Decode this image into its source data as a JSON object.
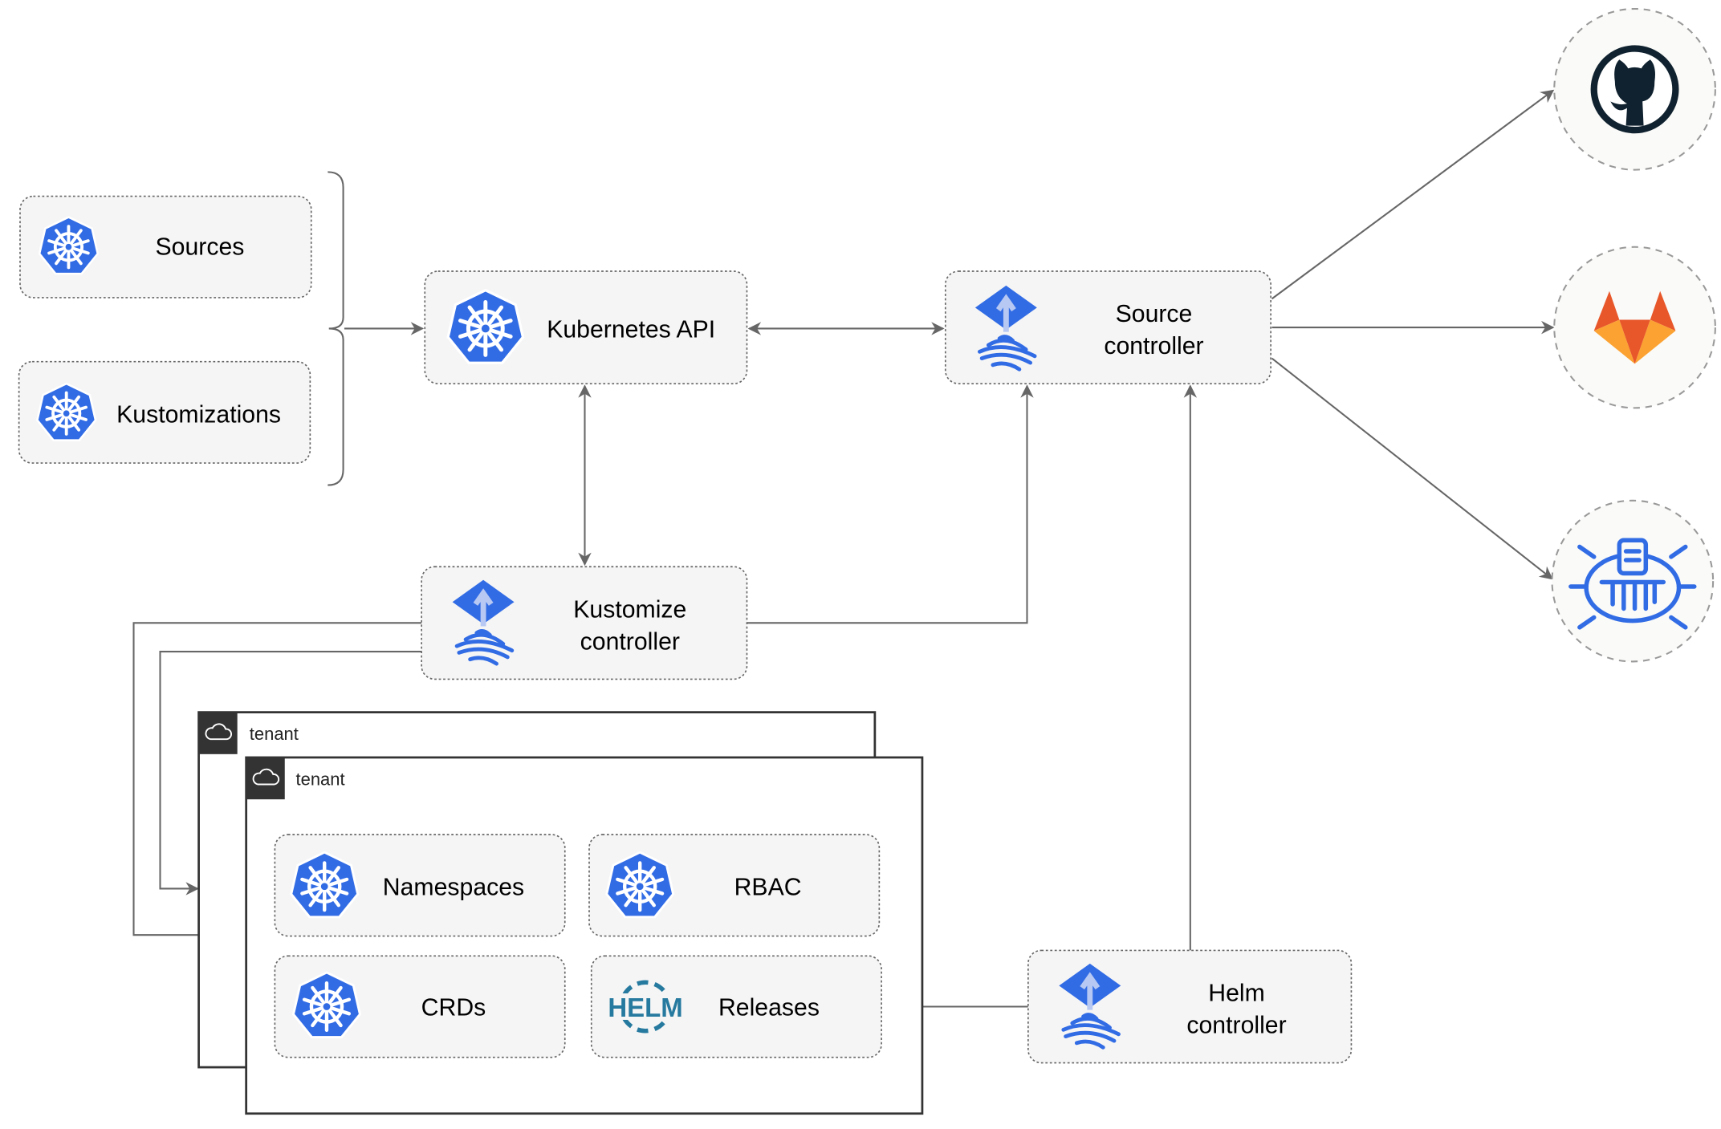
{
  "nodes": {
    "sources": "Sources",
    "kustomizations": "Kustomizations",
    "kubernetes_api": "Kubernetes API",
    "source_controller": [
      "Source",
      "controller"
    ],
    "kustomize_controller": [
      "Kustomize",
      "controller"
    ],
    "helm_controller": [
      "Helm",
      "controller"
    ],
    "namespaces": "Namespaces",
    "rbac": "RBAC",
    "crds": "CRDs",
    "releases": "Releases"
  },
  "tenants": [
    "tenant",
    "tenant"
  ],
  "external_sources": [
    "github-icon",
    "gitlab-icon",
    "harbor-icon"
  ],
  "icons": {
    "kubernetes": "kubernetes-helm-wheel-icon",
    "flux": "flux-icon",
    "helm": "helm-icon",
    "cloud": "cloud-icon"
  },
  "helm_logo_text": "HELM",
  "colors": {
    "kubernetes_blue": "#326ce5",
    "github_dark": "#10222f",
    "gitlab_orange": "#e8572a",
    "gitlab_yellow": "#fba232",
    "helm_teal": "#277a9f",
    "edge": "#666666"
  }
}
